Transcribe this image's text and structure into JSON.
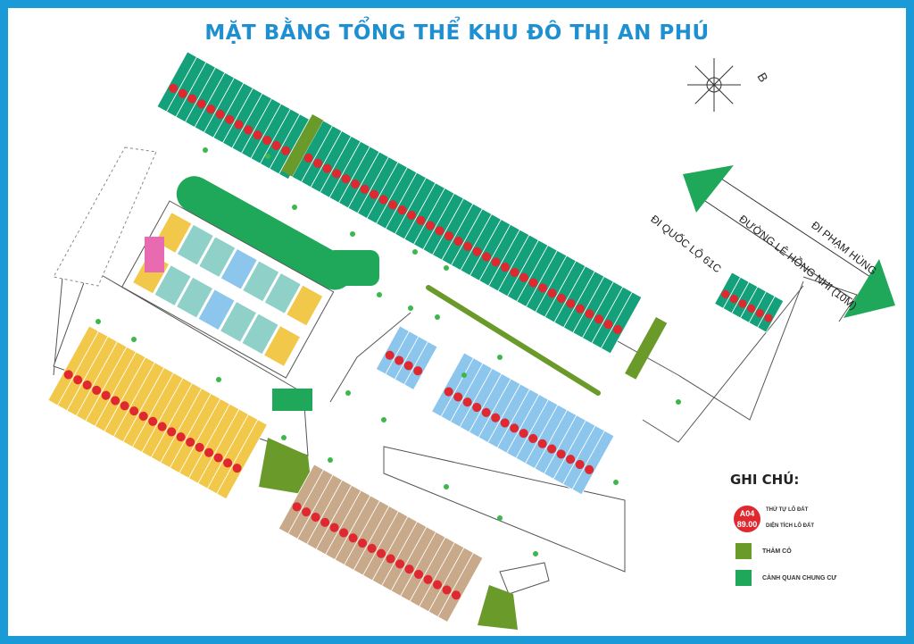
{
  "title": "MẶT BẰNG TỔNG THỂ KHU ĐÔ THỊ AN PHÚ",
  "compass": {
    "icon": "compass-rose-icon",
    "letter": "B"
  },
  "roads": {
    "to_61c": "ĐI QUỐC LỘ 61C",
    "main": "ĐƯỜNG LÊ HỒNG NHI (10M)",
    "to_pham_hung": "ĐI PHẠM HÙNG"
  },
  "legend": {
    "title": "GHI CHÚ:",
    "badge_code": "A04",
    "badge_area": "89.00",
    "lot_order_label": "THỨ TỰ LÔ ĐẤT",
    "lot_area_label": "DIỆN TÍCH LÔ ĐẤT",
    "items": [
      {
        "label": "THẢM CỎ",
        "color": "#6a9a2a"
      },
      {
        "label": "CẢNH QUAN CHUNG CƯ",
        "color": "#1fa85a"
      }
    ]
  },
  "colors": {
    "frame": "#1a9ad6",
    "teal_lots": "#14a07a",
    "yellow_lots": "#f2c84a",
    "beige_lots": "#c8a98a",
    "blue_lots": "#8cc6ec",
    "lot_badge": "#e02830",
    "arrow": "#1fa85a",
    "grass": "#6a9a2a"
  }
}
